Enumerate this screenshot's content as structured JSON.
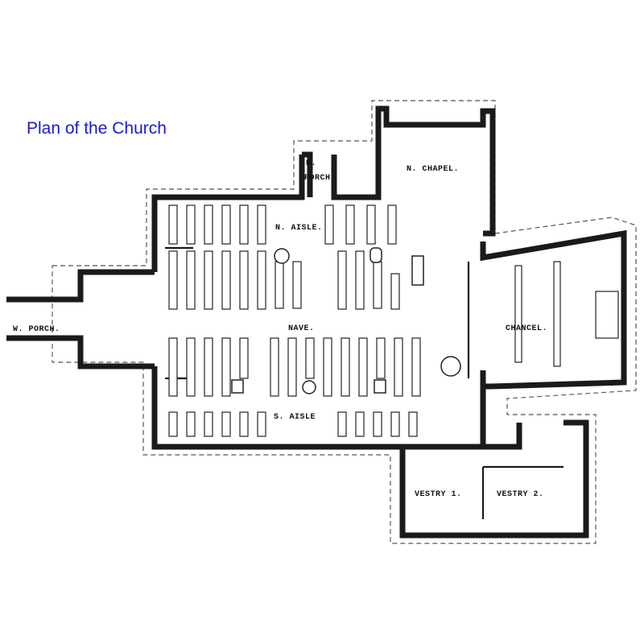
{
  "title": "Plan of the Church",
  "labels": {
    "n_porch_1": "N.",
    "n_porch_2": "PORCH",
    "n_chapel": "N. CHAPEL.",
    "n_aisle": "N. AISLE.",
    "w_porch": "W. PORCH.",
    "nave": "NAVE.",
    "chancel": "CHANCEL.",
    "s_aisle": "S. AISLE",
    "vestry_1": "VESTRY 1.",
    "vestry_2": "VESTRY 2."
  },
  "colors": {
    "title": "#1a1acc",
    "walls": "#1a1a1a"
  }
}
